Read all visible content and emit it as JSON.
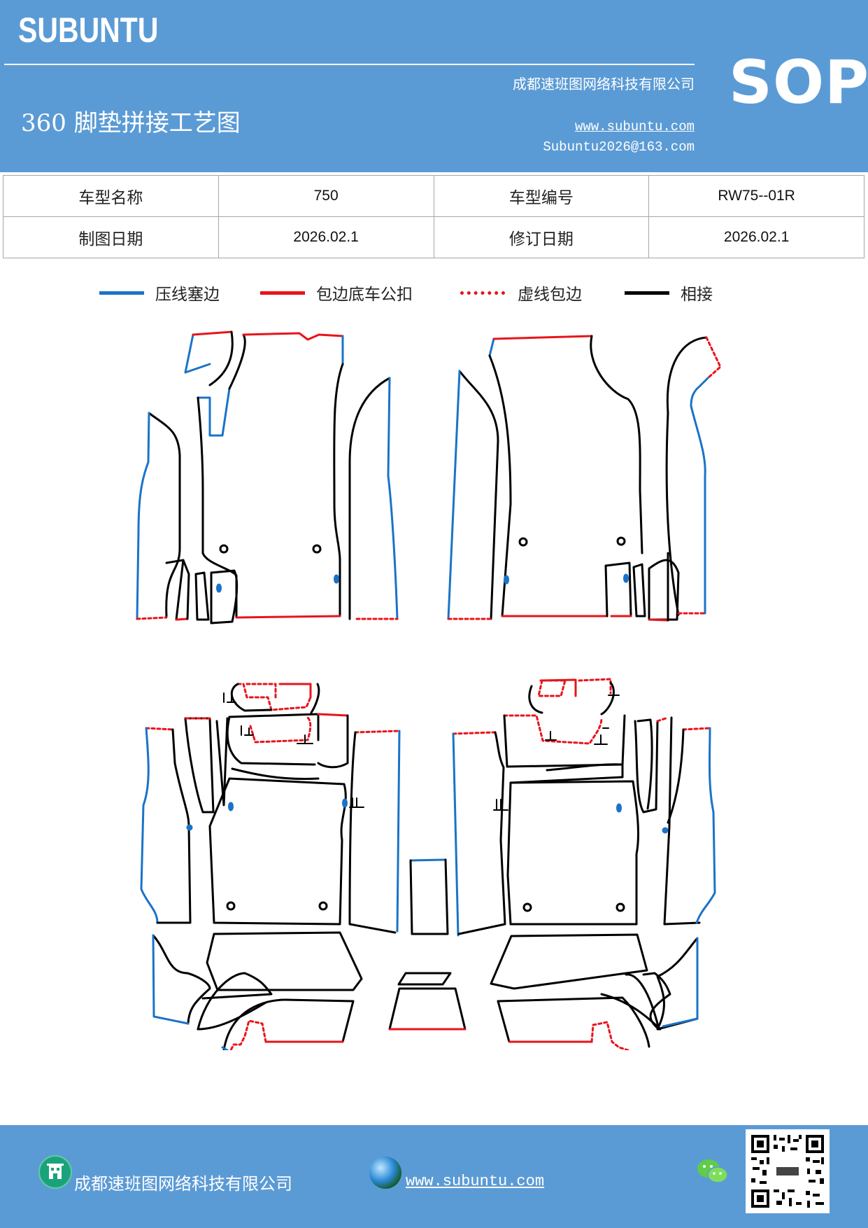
{
  "header": {
    "brand": "SUBUNTU",
    "badge": "SOP",
    "title": "360 脚垫拼接工艺图",
    "company": "成都速班图网络科技有限公司",
    "website": "www.subuntu.com",
    "email": "Subuntu2026@163.com"
  },
  "info_table": [
    [
      "车型名称",
      "750",
      "车型编号",
      "RW75--01R"
    ],
    [
      "制图日期",
      "2026.02.1",
      "修订日期",
      "2026.02.1"
    ]
  ],
  "legend": [
    {
      "label": "压线塞边",
      "color": "#1a73c8",
      "style": "solid"
    },
    {
      "label": "包边底车公扣",
      "color": "#e8141b",
      "style": "solid"
    },
    {
      "label": "虚线包边",
      "color": "#e8141b",
      "style": "dotted"
    },
    {
      "label": "相接",
      "color": "#000000",
      "style": "solid"
    }
  ],
  "footer": {
    "company": "成都速班图网络科技有限公司",
    "website": "www.subuntu.com"
  },
  "colors": {
    "header_bg": "#5b9bd5",
    "blue_line": "#1a73c8",
    "red_line": "#e8141b",
    "black_line": "#000000"
  },
  "icons": [
    "building-icon",
    "globe-icon",
    "wechat-icon",
    "qr-code"
  ]
}
